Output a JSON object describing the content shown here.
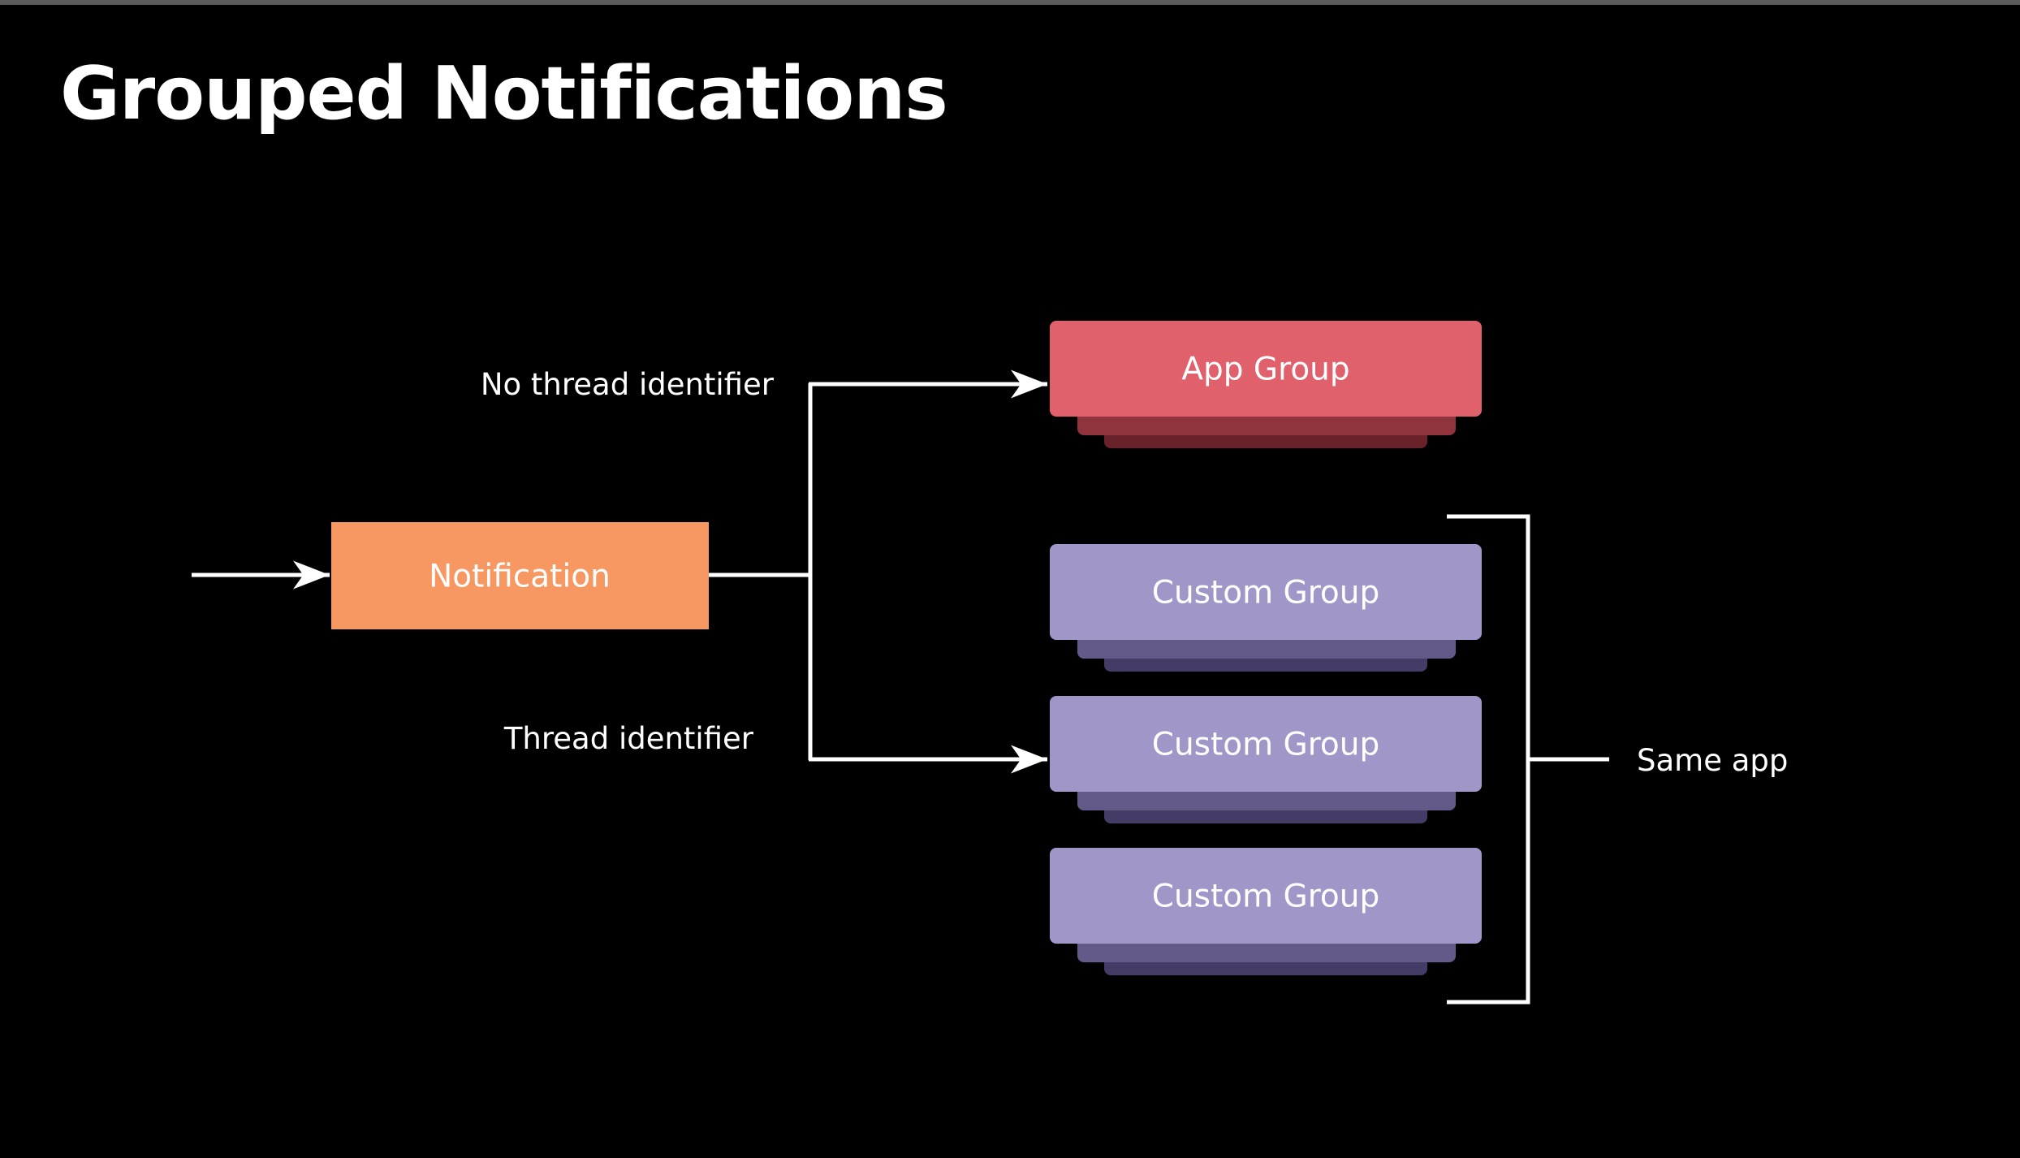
{
  "title": "Grouped Notifications",
  "nodes": {
    "notification": "Notification",
    "app_group": "App Group",
    "custom_groups": [
      "Custom Group",
      "Custom Group",
      "Custom Group"
    ]
  },
  "edge_labels": {
    "no_thread": "No thread identifier",
    "thread": "Thread identifier",
    "same_app": "Same app"
  },
  "colors": {
    "background": "#000000",
    "notification": "#f79862",
    "app_group": "#e0606c",
    "app_group_stack_1": "#8f333d",
    "app_group_stack_2": "#6a222a",
    "custom_group": "#a097c8",
    "custom_group_stack_1": "#645a8a",
    "custom_group_stack_2": "#443b66",
    "line": "#ffffff"
  }
}
